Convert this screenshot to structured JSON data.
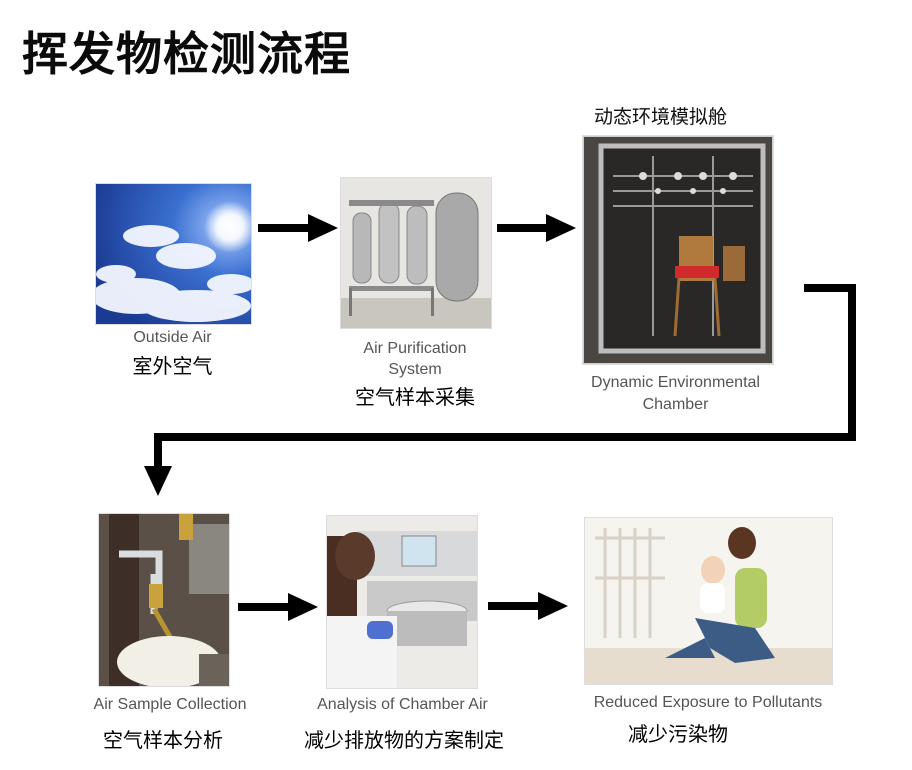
{
  "title": "挥发物检测流程",
  "steps": [
    {
      "en": "Outside Air",
      "zh": "室外空气"
    },
    {
      "en_line1": "Air Purification",
      "en_line2": "System",
      "zh": "空气样本采集"
    },
    {
      "top_label": "动态环境模拟舱",
      "en_line1": "Dynamic Environmental",
      "en_line2": "Chamber"
    },
    {
      "en": "Air Sample Collection",
      "zh": "空气样本分析"
    },
    {
      "en": "Analysis of Chamber Air",
      "zh": "减少排放物的方案制定"
    },
    {
      "en": "Reduced Exposure to Pollutants",
      "zh": "减少污染物"
    }
  ],
  "colors": {
    "arrow": "#000000",
    "sky": "#2a56b8",
    "text_en": "#555555"
  },
  "icons": [
    "sun-icon",
    "arrow-right-icon",
    "arrow-down-icon"
  ]
}
